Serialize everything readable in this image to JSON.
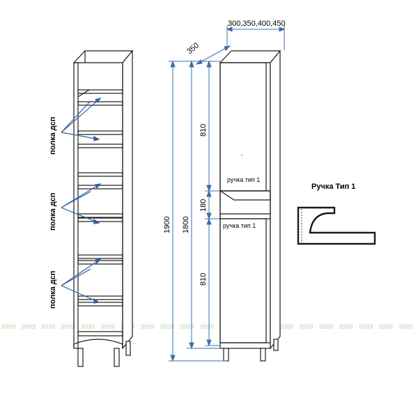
{
  "shelf_labels": [
    "полка дсп",
    "полка дсп",
    "полка дсп"
  ],
  "dimensions": {
    "widths": "300,350,400,450",
    "depth": "350",
    "total_height": "1900",
    "body_height": "1800",
    "upper_door": "810",
    "niche": "180",
    "lower_door": "810"
  },
  "handles": {
    "upper": "ручка тип 1",
    "lower": "ручка тип 1",
    "detail_title": "Ручка Тип 1"
  },
  "watermark": "9999",
  "colors": {
    "outline": "#1a1a1a",
    "dimension": "#3d6fa8",
    "arrow": "#2f5f9e",
    "watermark": "#b8d8b0"
  }
}
